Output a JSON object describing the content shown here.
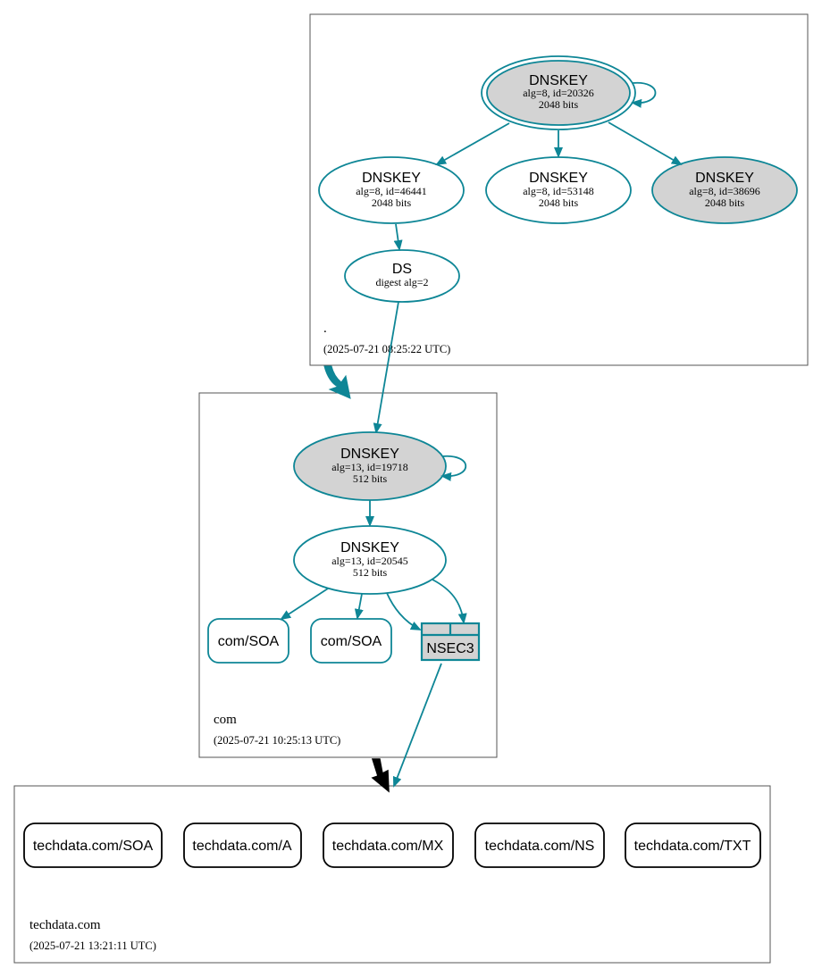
{
  "zones": {
    "root": {
      "name": ".",
      "timestamp": "(2025-07-21 08:25:22 UTC)",
      "ksk": {
        "type": "DNSKEY",
        "info": "alg=8, id=20326",
        "bits": "2048 bits"
      },
      "zsk1": {
        "type": "DNSKEY",
        "info": "alg=8, id=46441",
        "bits": "2048 bits"
      },
      "zsk2": {
        "type": "DNSKEY",
        "info": "alg=8, id=53148",
        "bits": "2048 bits"
      },
      "zsk3": {
        "type": "DNSKEY",
        "info": "alg=8, id=38696",
        "bits": "2048 bits"
      },
      "ds": {
        "type": "DS",
        "info": "digest alg=2"
      }
    },
    "com": {
      "name": "com",
      "timestamp": "(2025-07-21 10:25:13 UTC)",
      "ksk": {
        "type": "DNSKEY",
        "info": "alg=13, id=19718",
        "bits": "512 bits"
      },
      "zsk": {
        "type": "DNSKEY",
        "info": "alg=13, id=20545",
        "bits": "512 bits"
      },
      "rrsets": [
        "com/SOA",
        "com/SOA"
      ],
      "nsec3": "NSEC3"
    },
    "techdata": {
      "name": "techdata.com",
      "timestamp": "(2025-07-21 13:21:11 UTC)",
      "rrsets": [
        "techdata.com/SOA",
        "techdata.com/A",
        "techdata.com/MX",
        "techdata.com/NS",
        "techdata.com/TXT"
      ]
    }
  },
  "colors": {
    "edge": "#0e8696",
    "shaded_fill": "#d3d3d3",
    "delegation_arrow": "#0e8696",
    "insecure_arrow": "#000000"
  }
}
